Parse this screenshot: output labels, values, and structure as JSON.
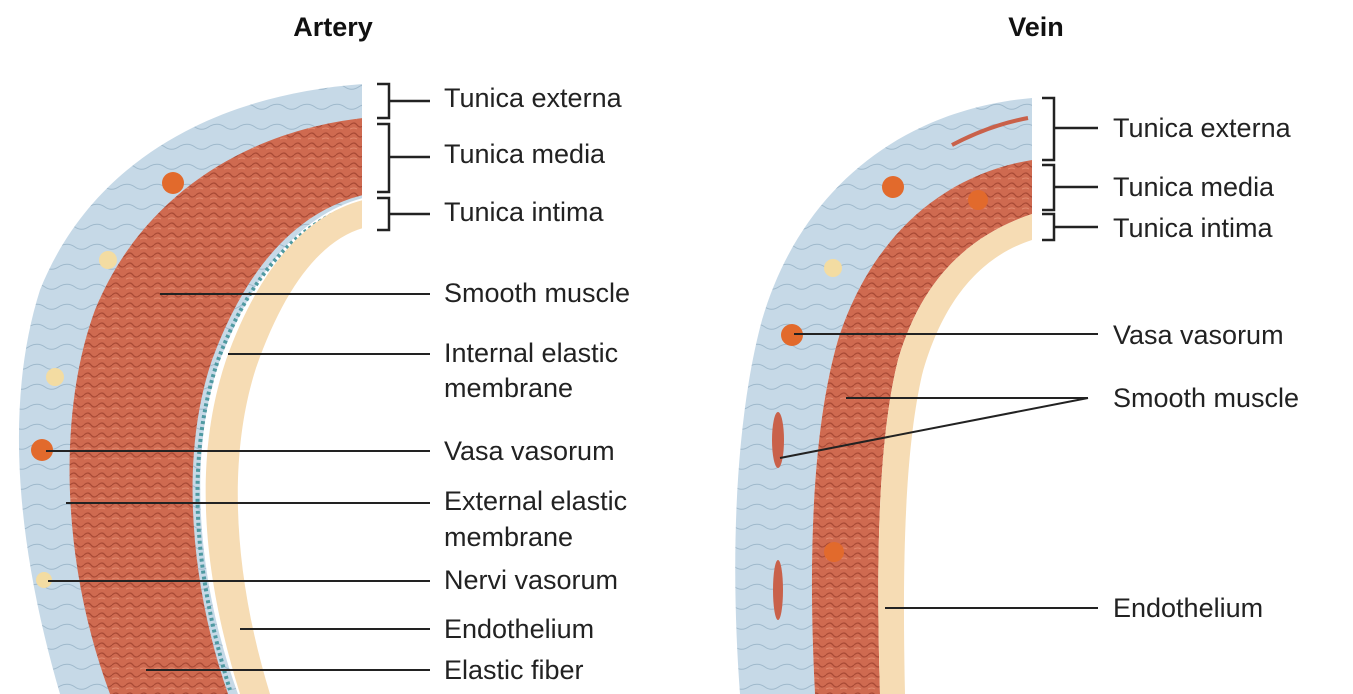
{
  "artery": {
    "title": "Artery",
    "labels": {
      "tunica_externa": "Tunica externa",
      "tunica_media": "Tunica media",
      "tunica_intima": "Tunica intima",
      "smooth_muscle": "Smooth muscle",
      "internal_elastic_1": "Internal elastic",
      "internal_elastic_2": "membrane",
      "vasa_vasorum": "Vasa vasorum",
      "external_elastic_1": "External elastic",
      "external_elastic_2": "membrane",
      "nervi_vasorum": "Nervi vasorum",
      "endothelium": "Endothelium",
      "elastic_fiber": "Elastic fiber"
    }
  },
  "vein": {
    "title": "Vein",
    "labels": {
      "tunica_externa": "Tunica externa",
      "tunica_media": "Tunica media",
      "tunica_intima": "Tunica intima",
      "vasa_vasorum": "Vasa vasorum",
      "smooth_muscle": "Smooth muscle",
      "endothelium": "Endothelium"
    }
  },
  "colors": {
    "externa": "#c9dbe8",
    "media": "#c9614a",
    "intima": "#f6dcb4",
    "elastic": "#5a9aa2",
    "vessel_dot": "#e26a2c"
  }
}
